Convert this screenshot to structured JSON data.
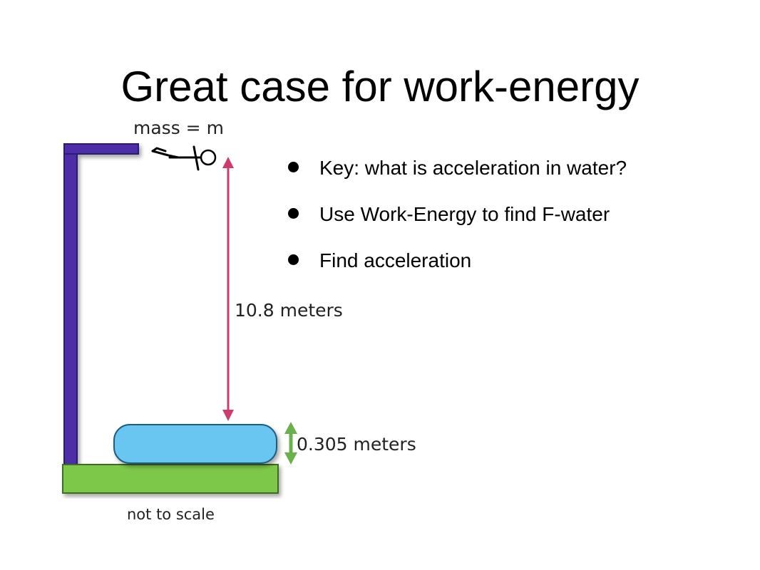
{
  "slide": {
    "title": "Great case for work-energy"
  },
  "bullets": [
    {
      "text": "Key: what is acceleration in water?"
    },
    {
      "text": "Use Work-Energy to find F-water"
    },
    {
      "text": "Find acceleration"
    }
  ],
  "diagram": {
    "mass_label": "mass = m",
    "height_label": "10.8 meters",
    "depth_label": "0.305 meters",
    "scale_note": "not to scale",
    "colors": {
      "tower": "#4b2fa8",
      "ground": "#7ec84a",
      "water": "#67c6f0",
      "height_arrow": "#cc3d6b",
      "depth_arrow": "#6ab04c"
    }
  }
}
